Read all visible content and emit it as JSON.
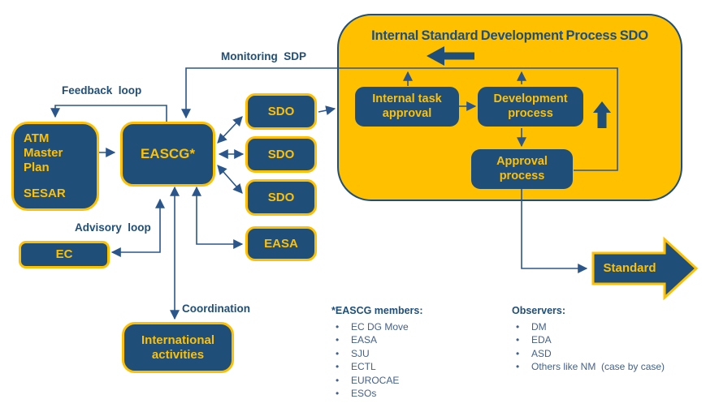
{
  "colors": {
    "navy": "#1F4E79",
    "yellow": "#FFC000",
    "line_blue": "#2B568C",
    "list_item_blue": "#44618C",
    "background": "#FFFFFF"
  },
  "process": {
    "title": "Internal Standard Development Process SDO",
    "internal_task_lines": [
      "Internal task",
      "approval"
    ],
    "development_lines": [
      "Development",
      "process"
    ],
    "approval_lines": [
      "Approval",
      "process"
    ]
  },
  "boxes": {
    "atm_lines": [
      "ATM",
      "Master",
      "Plan",
      "SESAR"
    ],
    "eascg": "EASCG*",
    "sdo": "SDO",
    "easa": "EASA",
    "ec": "EC",
    "intl_lines": [
      "International",
      "activities"
    ]
  },
  "labels": {
    "feedback_loop": "Feedback  loop",
    "monitoring_sdp": "Monitoring  SDP",
    "advisory_loop": "Advisory  loop",
    "coordination": "Coordination"
  },
  "standard": "Standard",
  "members": {
    "header": "*EASCG members:",
    "items": [
      "EC DG Move",
      "EASA",
      "SJU",
      "ECTL",
      "EUROCAE",
      "ESOs"
    ]
  },
  "observers": {
    "header": "Observers:",
    "items": [
      "DM",
      "EDA",
      "ASD",
      "Others like NM  (case by case)"
    ]
  }
}
